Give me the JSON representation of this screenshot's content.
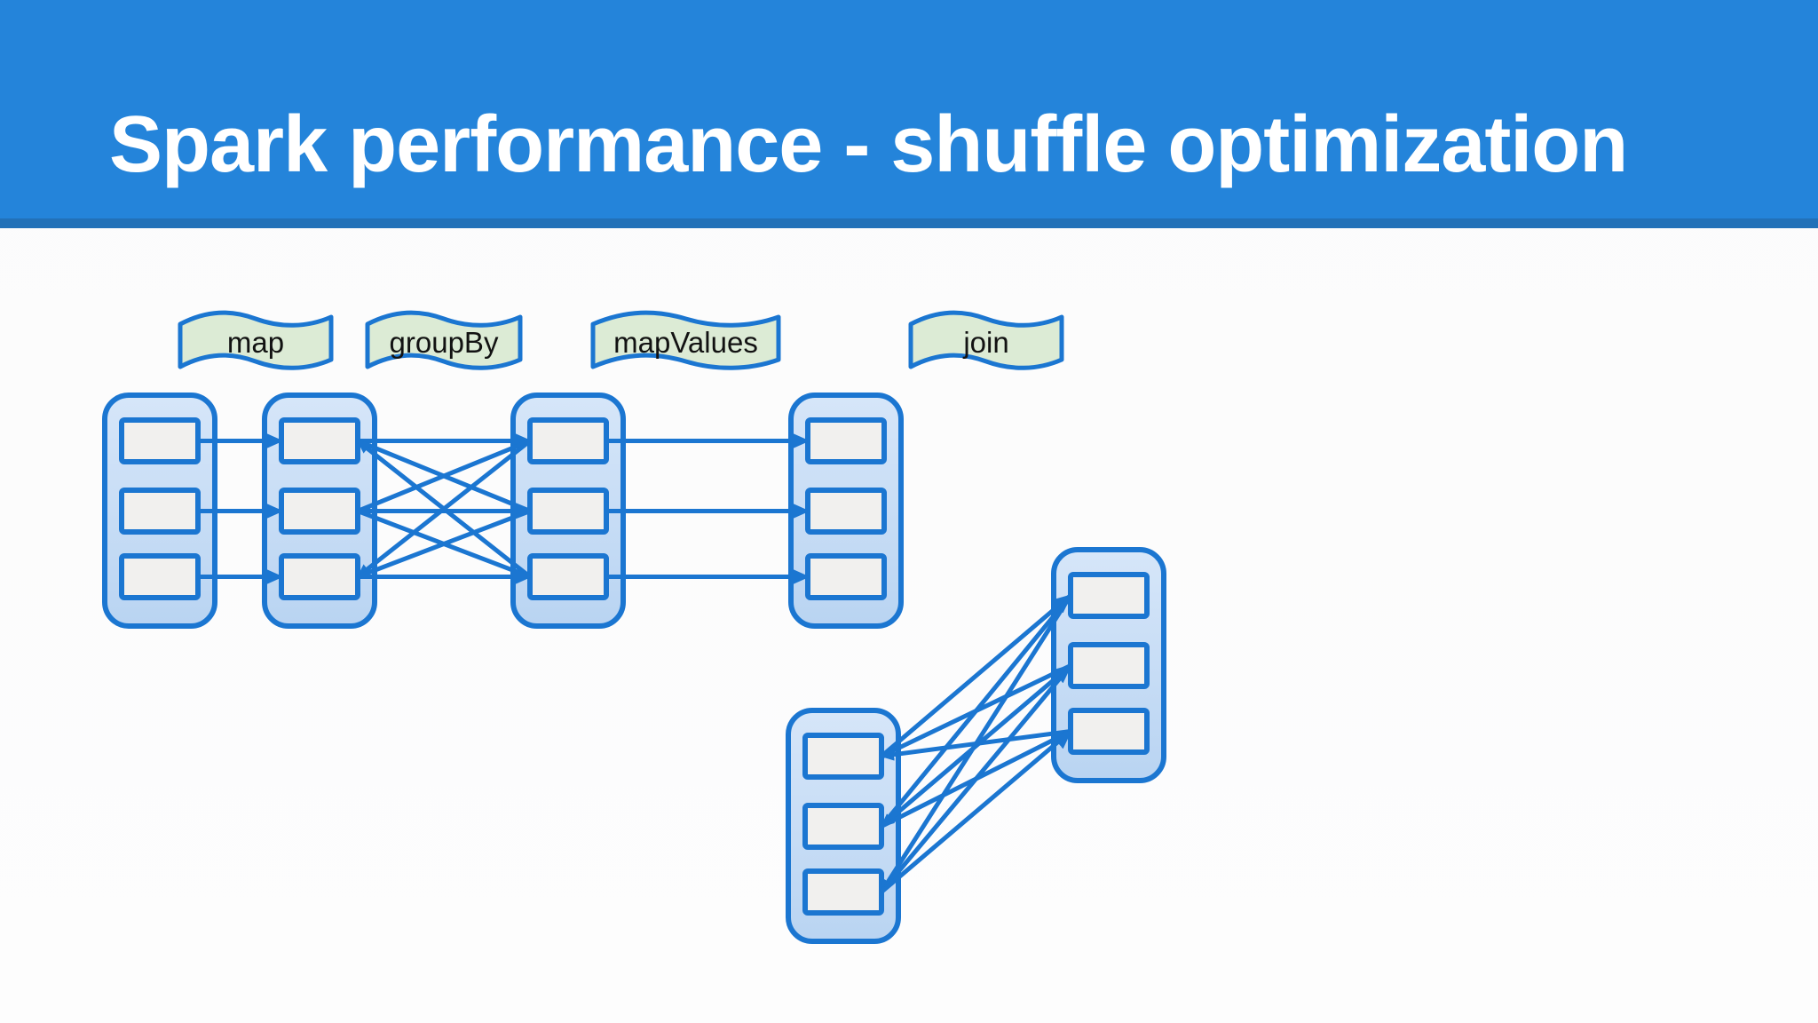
{
  "slide": {
    "title": "Spark performance - shuffle optimization"
  },
  "colors": {
    "header_blue": "#2484da",
    "header_strip_blue": "#2271b8",
    "title_text": "#ffffff",
    "shape_blue": "#1b76d1",
    "container_fill_top": "#d6e6f9",
    "container_fill_bottom": "#b9d4f2",
    "partition_fill": "#f1f0ee",
    "flag_fill": "#dcebd5",
    "flag_label_text": "#121212",
    "background": "#fbfbfc"
  },
  "diagram": {
    "rdds": [
      {
        "id": "rdd1",
        "partitions": 3
      },
      {
        "id": "rdd2",
        "partitions": 3
      },
      {
        "id": "rdd3",
        "partitions": 3
      },
      {
        "id": "rdd4",
        "partitions": 3
      },
      {
        "id": "rdd5",
        "partitions": 3
      },
      {
        "id": "rdd6",
        "partitions": 3
      }
    ],
    "stages": [
      {
        "id": "map",
        "label": "map",
        "type": "one-to-one",
        "from": "rdd1",
        "to": "rdd2"
      },
      {
        "id": "groupBy",
        "label": "groupBy",
        "type": "shuffle",
        "from": "rdd2",
        "to": "rdd3"
      },
      {
        "id": "mapValues",
        "label": "mapValues",
        "type": "one-to-one",
        "from": "rdd3",
        "to": "rdd4"
      },
      {
        "id": "join",
        "label": "join",
        "type": "shuffle",
        "from": "rdd5",
        "to": "rdd6"
      }
    ]
  }
}
